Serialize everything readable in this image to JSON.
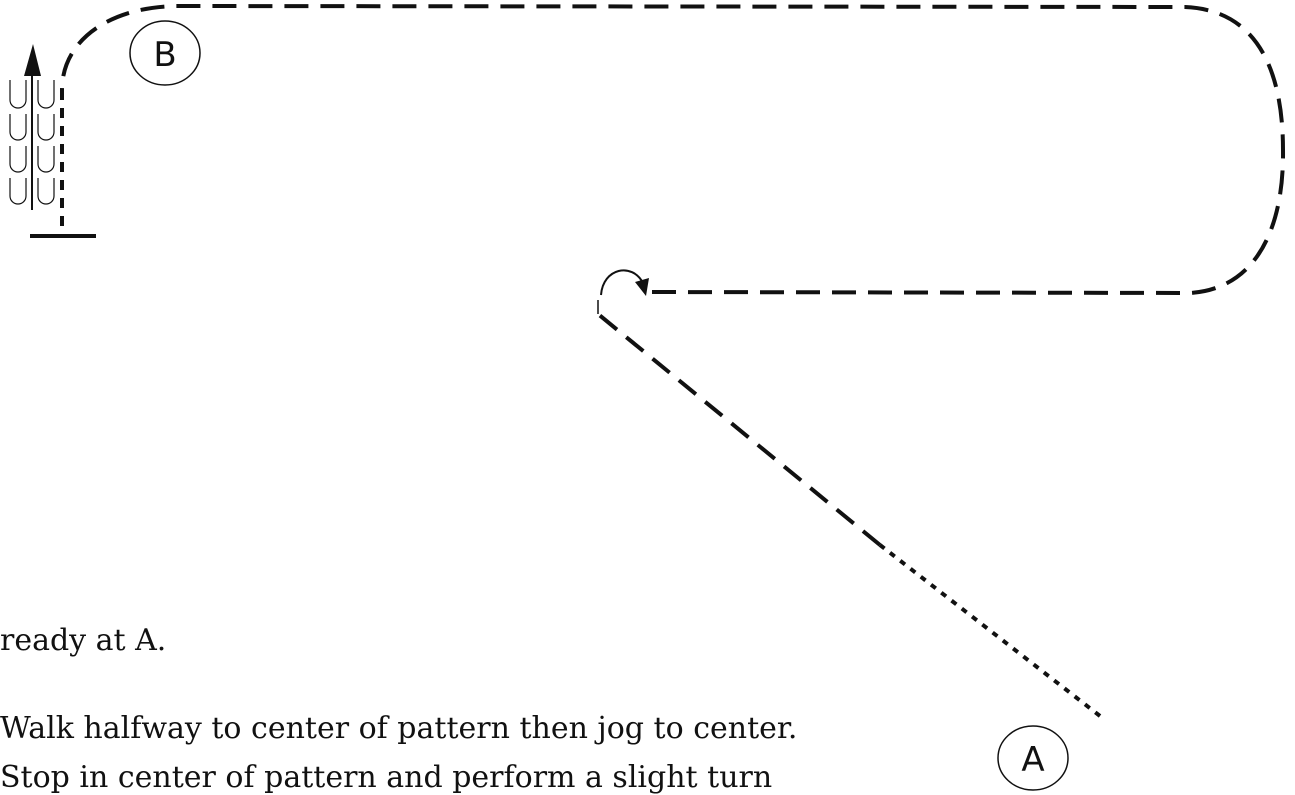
{
  "markers": {
    "a": "A",
    "b": "B"
  },
  "instructions": [
    "ready at A.",
    "Walk halfway to center of  pattern then jog to center.",
    "Stop in center of  pattern and perform a slight turn"
  ]
}
